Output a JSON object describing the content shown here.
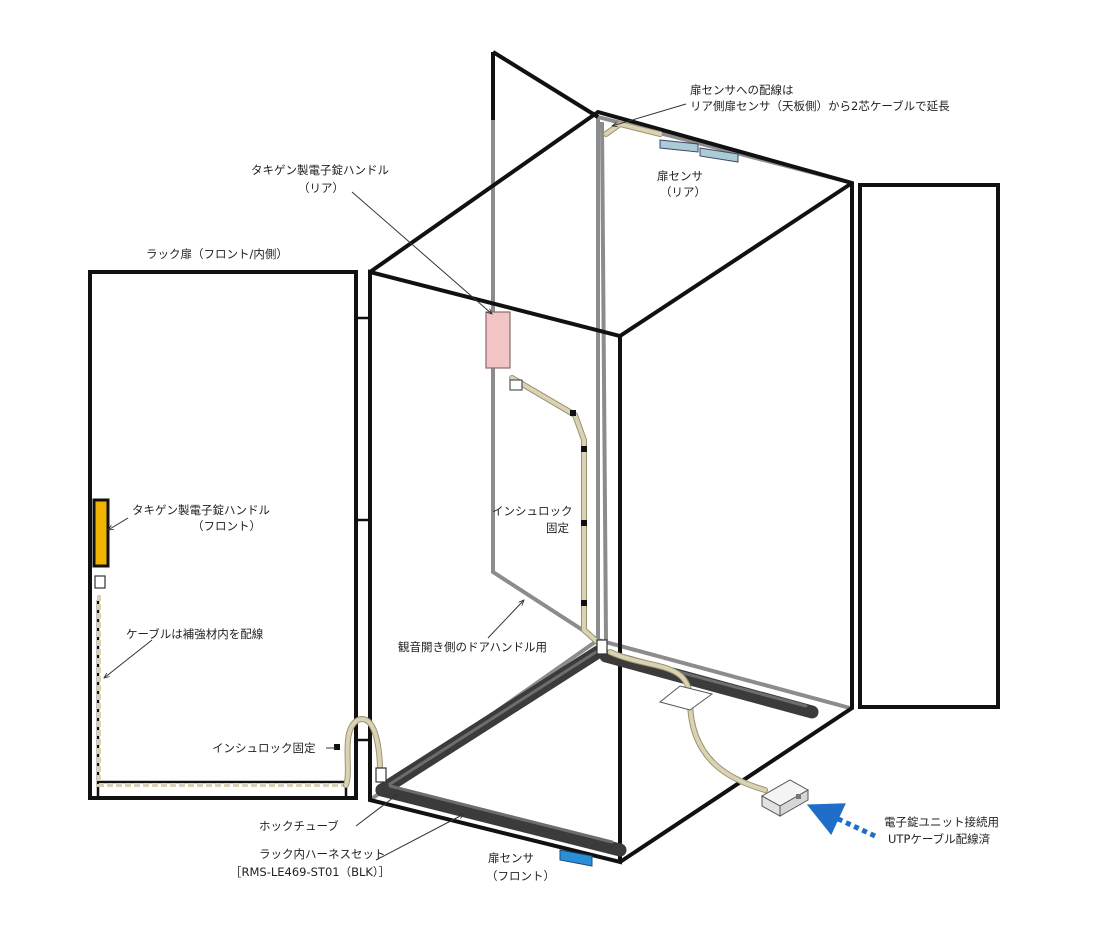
{
  "labels": {
    "rack_door": "ラック扉（フロント/内側）",
    "handle_rear_line1": "タキゲン製電子錠ハンドル",
    "handle_rear_line2": "（リア）",
    "sensor_wiring_line1": "扉センサへの配線は",
    "sensor_wiring_line2": "リア側扉センサ（天板側）から2芯ケーブルで延長",
    "door_sensor_rear_line1": "扉センサ",
    "door_sensor_rear_line2": "（リア）",
    "handle_front_line1": "タキゲン製電子錠ハンドル",
    "handle_front_line2": "（フロント）",
    "cable_in_reinforcement": "ケーブルは補強材内を配線",
    "insulock_fixed_line1": "インシュロック",
    "insulock_fixed_line2": "固定",
    "door_handle_for": "観音開き側のドアハンドル用",
    "insulock_fixed_left": "インシュロック固定",
    "hock_tube": "ホックチューブ",
    "harness_line1": "ラック内ハーネスセット",
    "harness_line2": "［RMS-LE469-ST01（BLK）］",
    "door_sensor_front_line1": "扉センサ",
    "door_sensor_front_line2": "（フロント）",
    "utp_line1": "電子錠ユニット接続用",
    "utp_line2": "UTPケーブル配線済"
  },
  "colors": {
    "frame": "#111111",
    "inner_frame": "#8c8c8c",
    "cable": "#d9d2b4",
    "harness": "#3b3b3b",
    "handle_front": "#f0b400",
    "handle_rear": "#f2c4c4",
    "sensor_front": "#2b8fd6",
    "sensor_rear": "#a9cdd6",
    "utp_arrow": "#1f6fc9"
  }
}
